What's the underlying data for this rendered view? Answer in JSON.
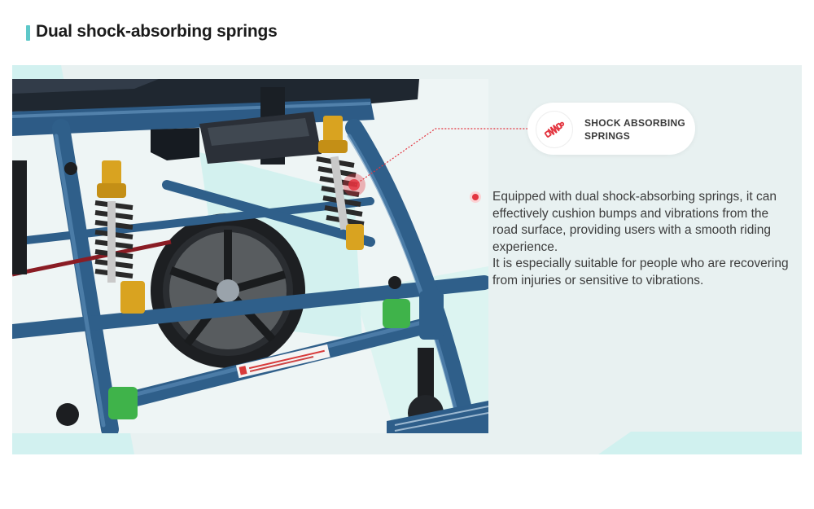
{
  "header": {
    "title": "Dual shock-absorbing springs"
  },
  "callout": {
    "label": "SHOCK ABSORBING SPRINGS",
    "icon": "shock-absorber-icon"
  },
  "description": {
    "paragraph_1": "Equipped with dual shock-absorbing springs, it can effectively cushion bumps and vibrations from the road surface, providing users with a smooth riding experience.",
    "paragraph_2": "It is especially suitable for people who are recovering from injuries or sensitive to vibrations."
  },
  "colors": {
    "accent_teal": "#5ec8c9",
    "accent_red": "#e3343f",
    "panel_bg": "#e8f1f1",
    "frame_blue": "#2f5f8a",
    "spring_gold": "#d9a320"
  }
}
